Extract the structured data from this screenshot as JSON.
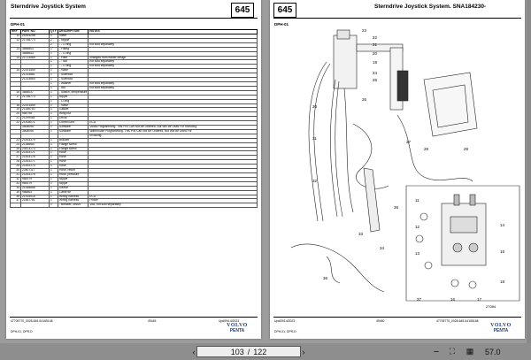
{
  "left_page": {
    "title": "Sterndrive Joystick System",
    "page_no": "645",
    "model": "DPH-01",
    "columns": [
      "REF",
      "PART NO.",
      "QTY",
      "DESCRIPTION",
      "NOTES"
    ],
    "rows": [
      [
        "11",
        "21814258",
        "1",
        "Valve",
        ""
      ],
      [
        "12",
        "21786774",
        "2",
        "- Nipple",
        ""
      ],
      [
        "",
        "",
        "2",
        "- - O-ring",
        "not sold separately"
      ],
      [
        "13",
        "3858643",
        "1",
        "- Fitting",
        ""
      ],
      [
        "",
        "3858643",
        "1",
        "- - O-ring",
        ""
      ],
      [
        "14",
        "21713589",
        "1",
        "- Filter",
        "changed from earlier design"
      ],
      [
        "",
        "",
        "1",
        "- - Nut",
        "not sold separately"
      ],
      [
        "",
        "",
        "1",
        "- - O-ring",
        "not sold separately"
      ],
      [
        "15",
        "22141559",
        "1",
        "- Valve",
        ""
      ],
      [
        "",
        "21314861",
        "1",
        "- Solenoid",
        ""
      ],
      [
        "",
        "21314864",
        "1",
        "- Solenoid",
        ""
      ],
      [
        "",
        "",
        "1",
        "- Washer",
        "not sold separately"
      ],
      [
        "",
        "",
        "1",
        "- Nut",
        "not sold separately"
      ],
      [
        "16",
        "3858037",
        "1",
        "- Switch, temperature",
        ""
      ],
      [
        "17",
        "21786774",
        "1",
        "Nipple",
        ""
      ],
      [
        "",
        "",
        "1",
        "- O-ring",
        ""
      ],
      [
        "18",
        "22141559",
        "1",
        "- Valve",
        ""
      ],
      [
        "19",
        "21186740",
        "1",
        "Gasket",
        ""
      ],
      [
        "20",
        "984798",
        "1",
        "Wing nut",
        ""
      ],
      [
        "21",
        "21199454",
        "1",
        "Decal",
        ""
      ],
      [
        "22",
        "21408071",
        "1",
        "Control unit",
        "ECU"
      ],
      [
        "",
        "3808096",
        "1",
        "Software",
        "Vodia Programming. This P/N Can Not Be Ordered, But Will Be Used For Invoicing."
      ],
      [
        "",
        "3808096",
        "1",
        "Software",
        "Warehouse Programming. This P/N Can Not Be Ordered, But Will Be Used For"
      ],
      [
        "",
        "",
        "",
        "",
        "Invoicing."
      ],
      [
        "23",
        "21453379",
        "1",
        "Bracket",
        ""
      ],
      [
        "24",
        "21386687",
        "1",
        "Flange screw",
        ""
      ],
      [
        "25",
        "20413173",
        "1",
        "Flange screw",
        ""
      ],
      [
        "26",
        "21453171",
        "1",
        "Hose",
        ""
      ],
      [
        "27",
        "21453176",
        "1",
        "Hose",
        ""
      ],
      [
        "28",
        "21453171",
        "1",
        "Hose",
        ""
      ],
      [
        "29",
        "21453174",
        "1",
        "Hose",
        ""
      ],
      [
        "30",
        "22807117",
        "1",
        "Hose, return",
        ""
      ],
      [
        "31",
        "21453178",
        "1",
        "Hose, pressure",
        ""
      ],
      [
        "32",
        "984479",
        "1",
        "Nipple",
        ""
      ],
      [
        "33",
        "984479",
        "1",
        "Nipple",
        ""
      ],
      [
        "34",
        "21348886",
        "1",
        "Sleeve",
        ""
      ],
      [
        "35",
        "986863",
        "1",
        "Cable tie",
        ""
      ],
      [
        "36",
        "21925416",
        "1",
        "Wiring harness",
        "ECU"
      ],
      [
        "37",
        "21887781",
        "1",
        "Wiring harness",
        "Power"
      ],
      [
        "",
        "",
        "1",
        "- Breaker, circuit",
        "15A, not sold separately"
      ]
    ],
    "footer_left": "47705770_0028-645-54165148",
    "footer_mid": "49445",
    "footer_right": "Upd09/14/2023",
    "footer_bottom": "DPH-01, DPR-D"
  },
  "right_page": {
    "title": "Sterndrive Joystick System. SNA184230-",
    "page_no": "645",
    "model": "DPH-01",
    "footer_left": "Upd09/14/2023",
    "footer_mid": "49450",
    "footer_right": "47705770_0028-645-54165168",
    "footer_bottom": "DPH-01, DPR-D",
    "drawing_no": "27084",
    "callouts": [
      "23",
      "22",
      "21",
      "20",
      "19",
      "24",
      "25",
      "26",
      "27",
      "28",
      "29",
      "30",
      "31",
      "32",
      "33",
      "34",
      "35",
      "36",
      "37",
      "11",
      "12",
      "13",
      "14",
      "15",
      "16",
      "17",
      "18"
    ]
  },
  "logo": {
    "line1": "VOLVO",
    "line2": "PENTA"
  },
  "toolbar": {
    "prev": "‹",
    "page_current": "103",
    "page_total": "122",
    "page_sep": "/",
    "next": "›",
    "zoom_out": "−",
    "fit_icon": "⛶",
    "grid_icon": "▦",
    "zoom": "57.0"
  },
  "colors": {
    "background": "#9c9c9c",
    "logo": "#1a3c8e"
  }
}
